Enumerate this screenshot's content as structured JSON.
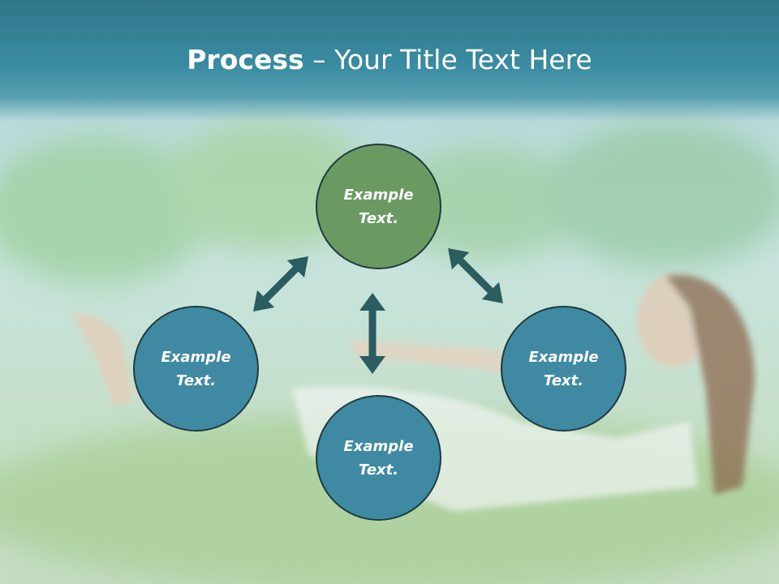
{
  "title": {
    "bold": "Process",
    "rest": " – Your Title Text Here"
  },
  "nodes": {
    "top": {
      "line1": "Example",
      "line2": "Text."
    },
    "left": {
      "line1": "Example",
      "line2": "Text."
    },
    "right": {
      "line1": "Example",
      "line2": "Text."
    },
    "bottom": {
      "line1": "Example",
      "line2": "Text."
    }
  },
  "colors": {
    "header": "#3a8ca2",
    "node_green": "#6a9a62",
    "node_teal": "#3f8aa2",
    "arrow": "#2b5d60"
  }
}
